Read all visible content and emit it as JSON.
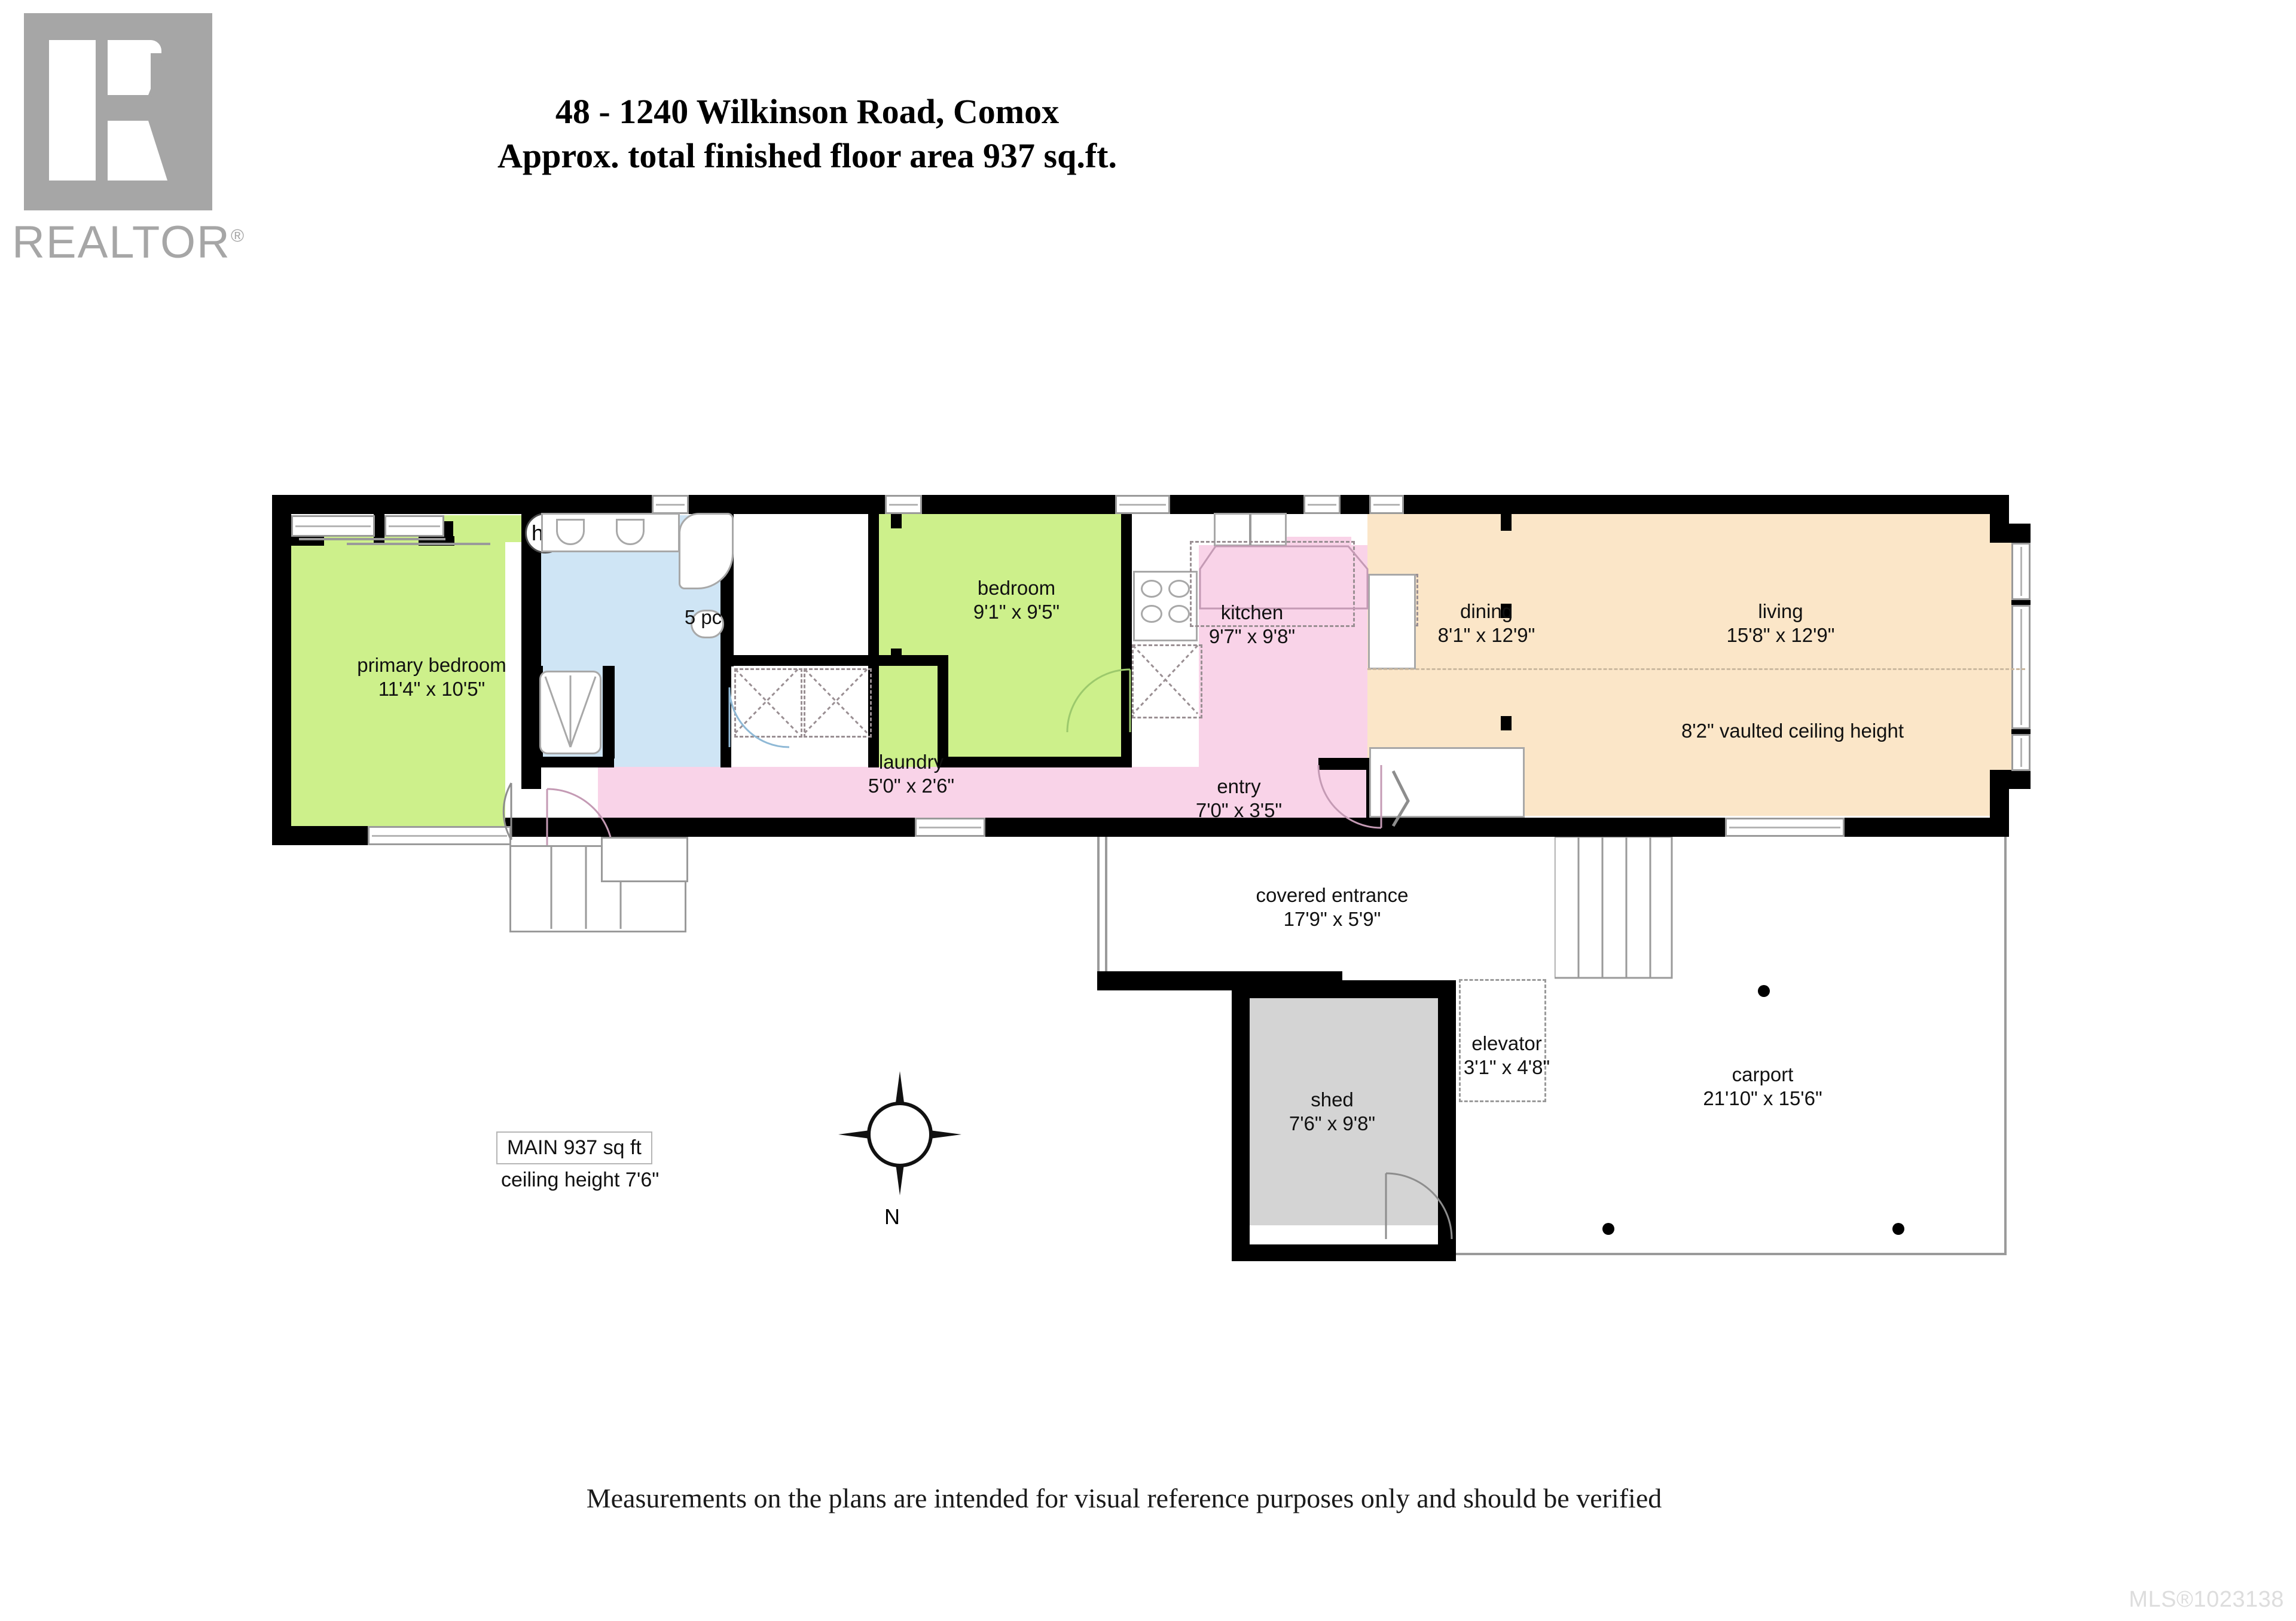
{
  "logo": {
    "name": "realtor-logo",
    "wordmark": "REALTOR",
    "registered": "®",
    "color": "#a6a6a6"
  },
  "header": {
    "title": "48 - 1240 Wilkinson Road, Comox",
    "subtitle": "Approx. total finished floor area 937 sq.ft."
  },
  "floorplan": {
    "level_label": "MAIN   937 sq ft",
    "ceiling_height": "ceiling height 7'6\"",
    "vaulted_note": "8'2\" vaulted ceiling height",
    "compass_label": "N",
    "hw_label": "hw",
    "colors": {
      "bedroom": "#cdf08b",
      "bathroom": "#cfe5f5",
      "circulation": "#f9d3e8",
      "living": "#fbe6c8",
      "shed": "#d4d4d4",
      "wall": "#000000"
    },
    "rooms": [
      {
        "name": "primary bedroom",
        "dimensions": "11'4\" x 10'5\"",
        "fill": "green"
      },
      {
        "name": "5 pc",
        "dimensions": "",
        "fill": "blue"
      },
      {
        "name": "bedroom",
        "dimensions": "9'1\" x 9'5\"",
        "fill": "green"
      },
      {
        "name": "laundry",
        "dimensions": "5'0\" x 2'6\"",
        "fill": "pink"
      },
      {
        "name": "kitchen",
        "dimensions": "9'7\" x 9'8\"",
        "fill": "pink"
      },
      {
        "name": "entry",
        "dimensions": "7'0\" x 3'5\"",
        "fill": "pink"
      },
      {
        "name": "dining",
        "dimensions": "8'1\" x 12'9\"",
        "fill": "cream"
      },
      {
        "name": "living",
        "dimensions": "15'8\" x 12'9\"",
        "fill": "cream"
      },
      {
        "name": "covered entrance",
        "dimensions": "17'9\" x 5'9\"",
        "fill": "white"
      },
      {
        "name": "shed",
        "dimensions": "7'6\" x 9'8\"",
        "fill": "grey"
      },
      {
        "name": "elevator",
        "dimensions": "3'1\" x 4'8\"",
        "fill": "white"
      },
      {
        "name": "carport",
        "dimensions": "21'10\" x 15'6\"",
        "fill": "white"
      }
    ]
  },
  "footer": {
    "disclaimer": "Measurements on the plans are intended for visual reference purposes only and should be verified",
    "mls": "MLS®1023138"
  }
}
